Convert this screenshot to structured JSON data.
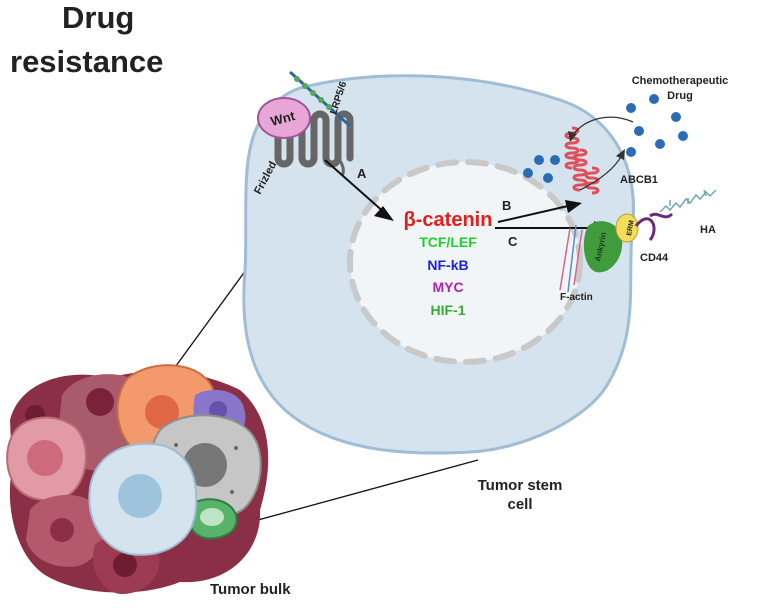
{
  "title": {
    "line1": "Drug",
    "line2": "resistance"
  },
  "receptors": {
    "wnt": "Wnt",
    "lrp": "LRP5/6",
    "frizzled": "Frizled"
  },
  "arrows": {
    "a": "A",
    "b": "B",
    "c": "C"
  },
  "nucleus": {
    "beta_catenin": "β-catenin",
    "tcf": "TCF/LEF",
    "nfkb": "NF-kB",
    "myc": "MYC",
    "hif": "HIF-1"
  },
  "membrane": {
    "drug_line1": "Chemotherapeutic",
    "drug_line2": "Drug",
    "abcb1": "ABCB1",
    "ha": "HA",
    "cd44": "CD44",
    "erm": "ERM",
    "ankyrin": "Ankyrin",
    "factin": "F-actin"
  },
  "labels": {
    "stem_line1": "Tumor stem",
    "stem_line2": "cell",
    "bulk": "Tumor bulk"
  },
  "colors": {
    "beta_catenin": "#e0201b",
    "tcf": "#1fcf2a",
    "nfkb": "#1a22e0",
    "myc": "#b021b0",
    "hif": "#3aaa35",
    "cell_fill": "#d4e3ee",
    "cell_stroke": "#9fbdd4",
    "drug": "#2b6cb5"
  }
}
